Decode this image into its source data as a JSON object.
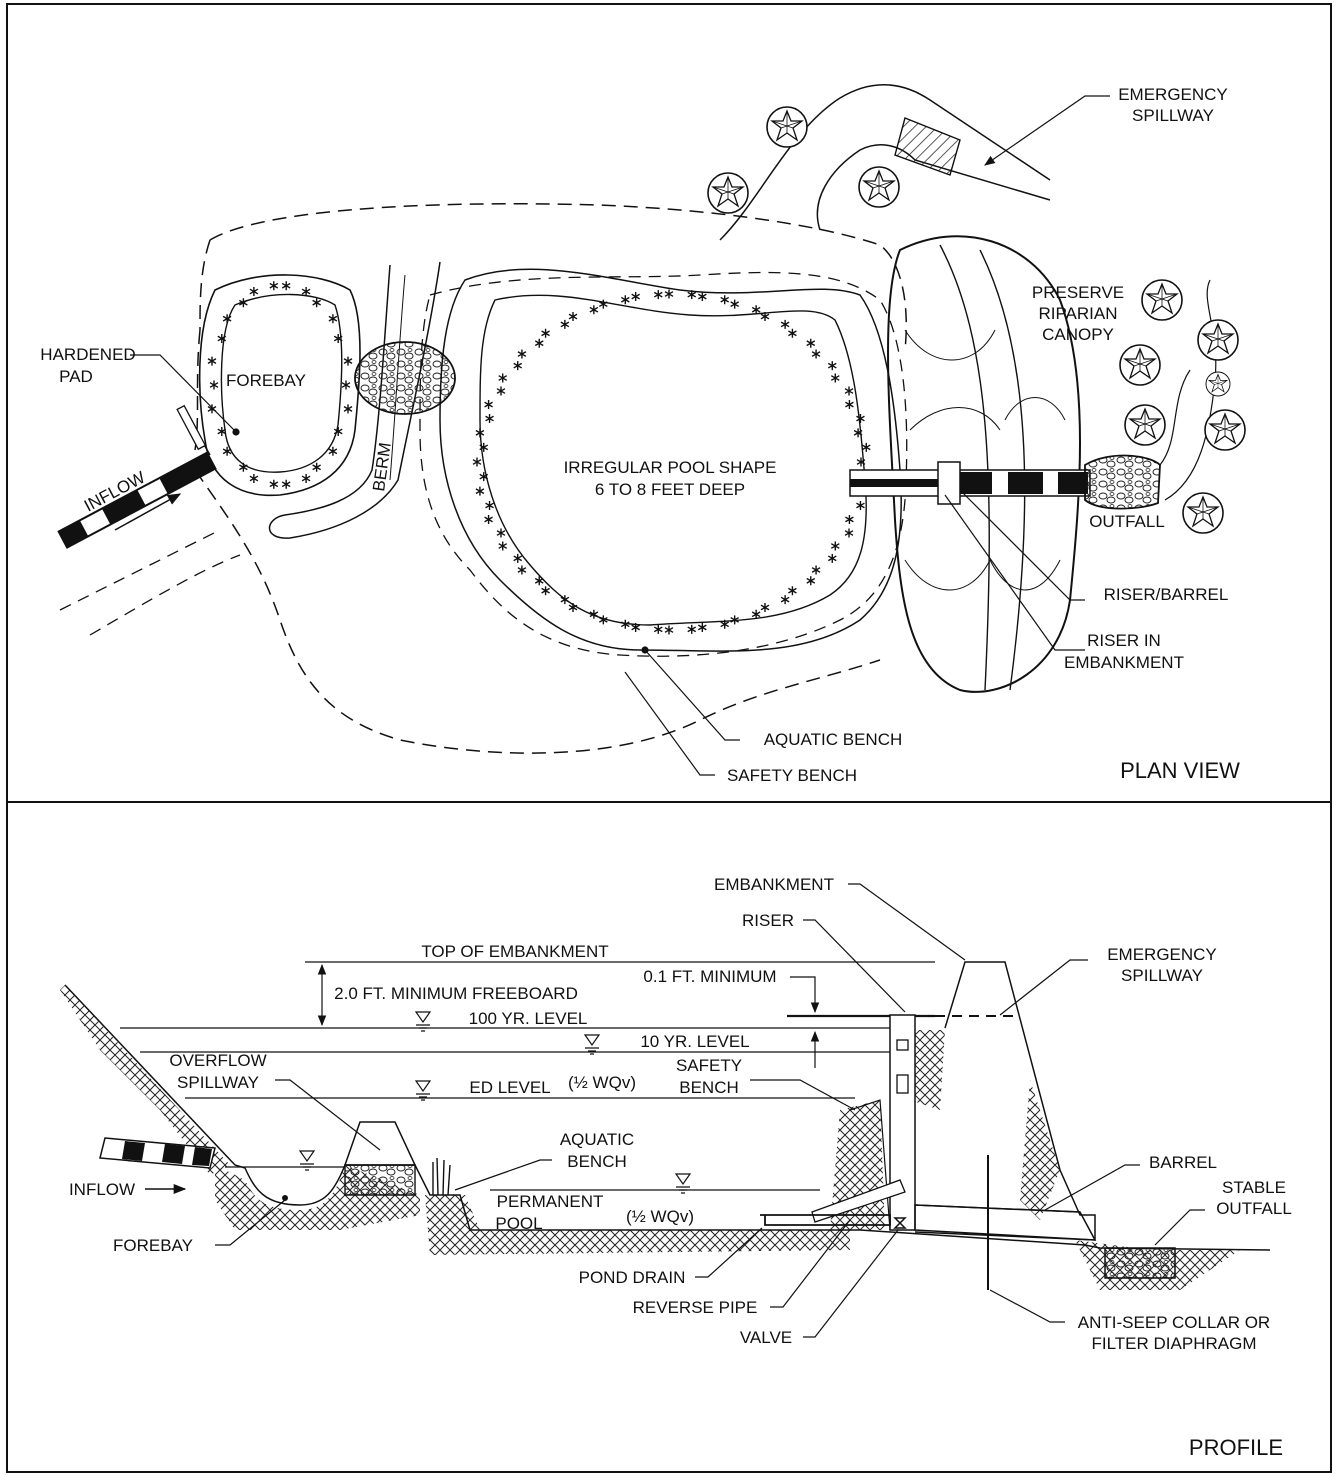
{
  "plan": {
    "title": "PLAN VIEW",
    "labels": {
      "emergency_spillway_1": "EMERGENCY",
      "emergency_spillway_2": "SPILLWAY",
      "preserve_1": "PRESERVE",
      "preserve_2": "RIPARIAN",
      "preserve_3": "CANOPY",
      "hardened_pad_1": "HARDENED",
      "hardened_pad_2": "PAD",
      "forebay": "FOREBAY",
      "berm": "BERM",
      "inflow": "INFLOW",
      "pool_1": "IRREGULAR POOL SHAPE",
      "pool_2": "6 TO 8 FEET DEEP",
      "outfall": "OUTFALL",
      "riser_barrel": "RISER/BARREL",
      "riser_embankment_1": "RISER IN",
      "riser_embankment_2": "EMBANKMENT",
      "aquatic_bench": "AQUATIC BENCH",
      "safety_bench": "SAFETY BENCH"
    }
  },
  "profile": {
    "title": "PROFILE",
    "labels": {
      "embankment": "EMBANKMENT",
      "riser": "RISER",
      "emergency_spillway_1": "EMERGENCY",
      "emergency_spillway_2": "SPILLWAY",
      "top_embankment": "TOP OF EMBANKMENT",
      "min_01": "0.1 FT. MINIMUM",
      "freeboard": "2.0 FT. MINIMUM FREEBOARD",
      "yr100": "100 YR. LEVEL",
      "yr10": "10 YR. LEVEL",
      "overflow_1": "OVERFLOW",
      "overflow_2": "SPILLWAY",
      "ed_level": "ED LEVEL",
      "half_wqv": "(½ WQv)",
      "safety_1": "SAFETY",
      "safety_2": "BENCH",
      "aquatic_1": "AQUATIC",
      "aquatic_2": "BENCH",
      "barrel": "BARREL",
      "stable_1": "STABLE",
      "stable_2": "OUTFALL",
      "inflow": "INFLOW",
      "permanent_1": "PERMANENT",
      "permanent_2": "POOL",
      "half_wqv_2": "(½ WQv)",
      "forebay": "FOREBAY",
      "pond_drain": "POND DRAIN",
      "reverse_pipe": "REVERSE PIPE",
      "valve": "VALVE",
      "antiseep_1": "ANTI-SEEP COLLAR OR",
      "antiseep_2": "FILTER DIAPHRAGM"
    }
  }
}
